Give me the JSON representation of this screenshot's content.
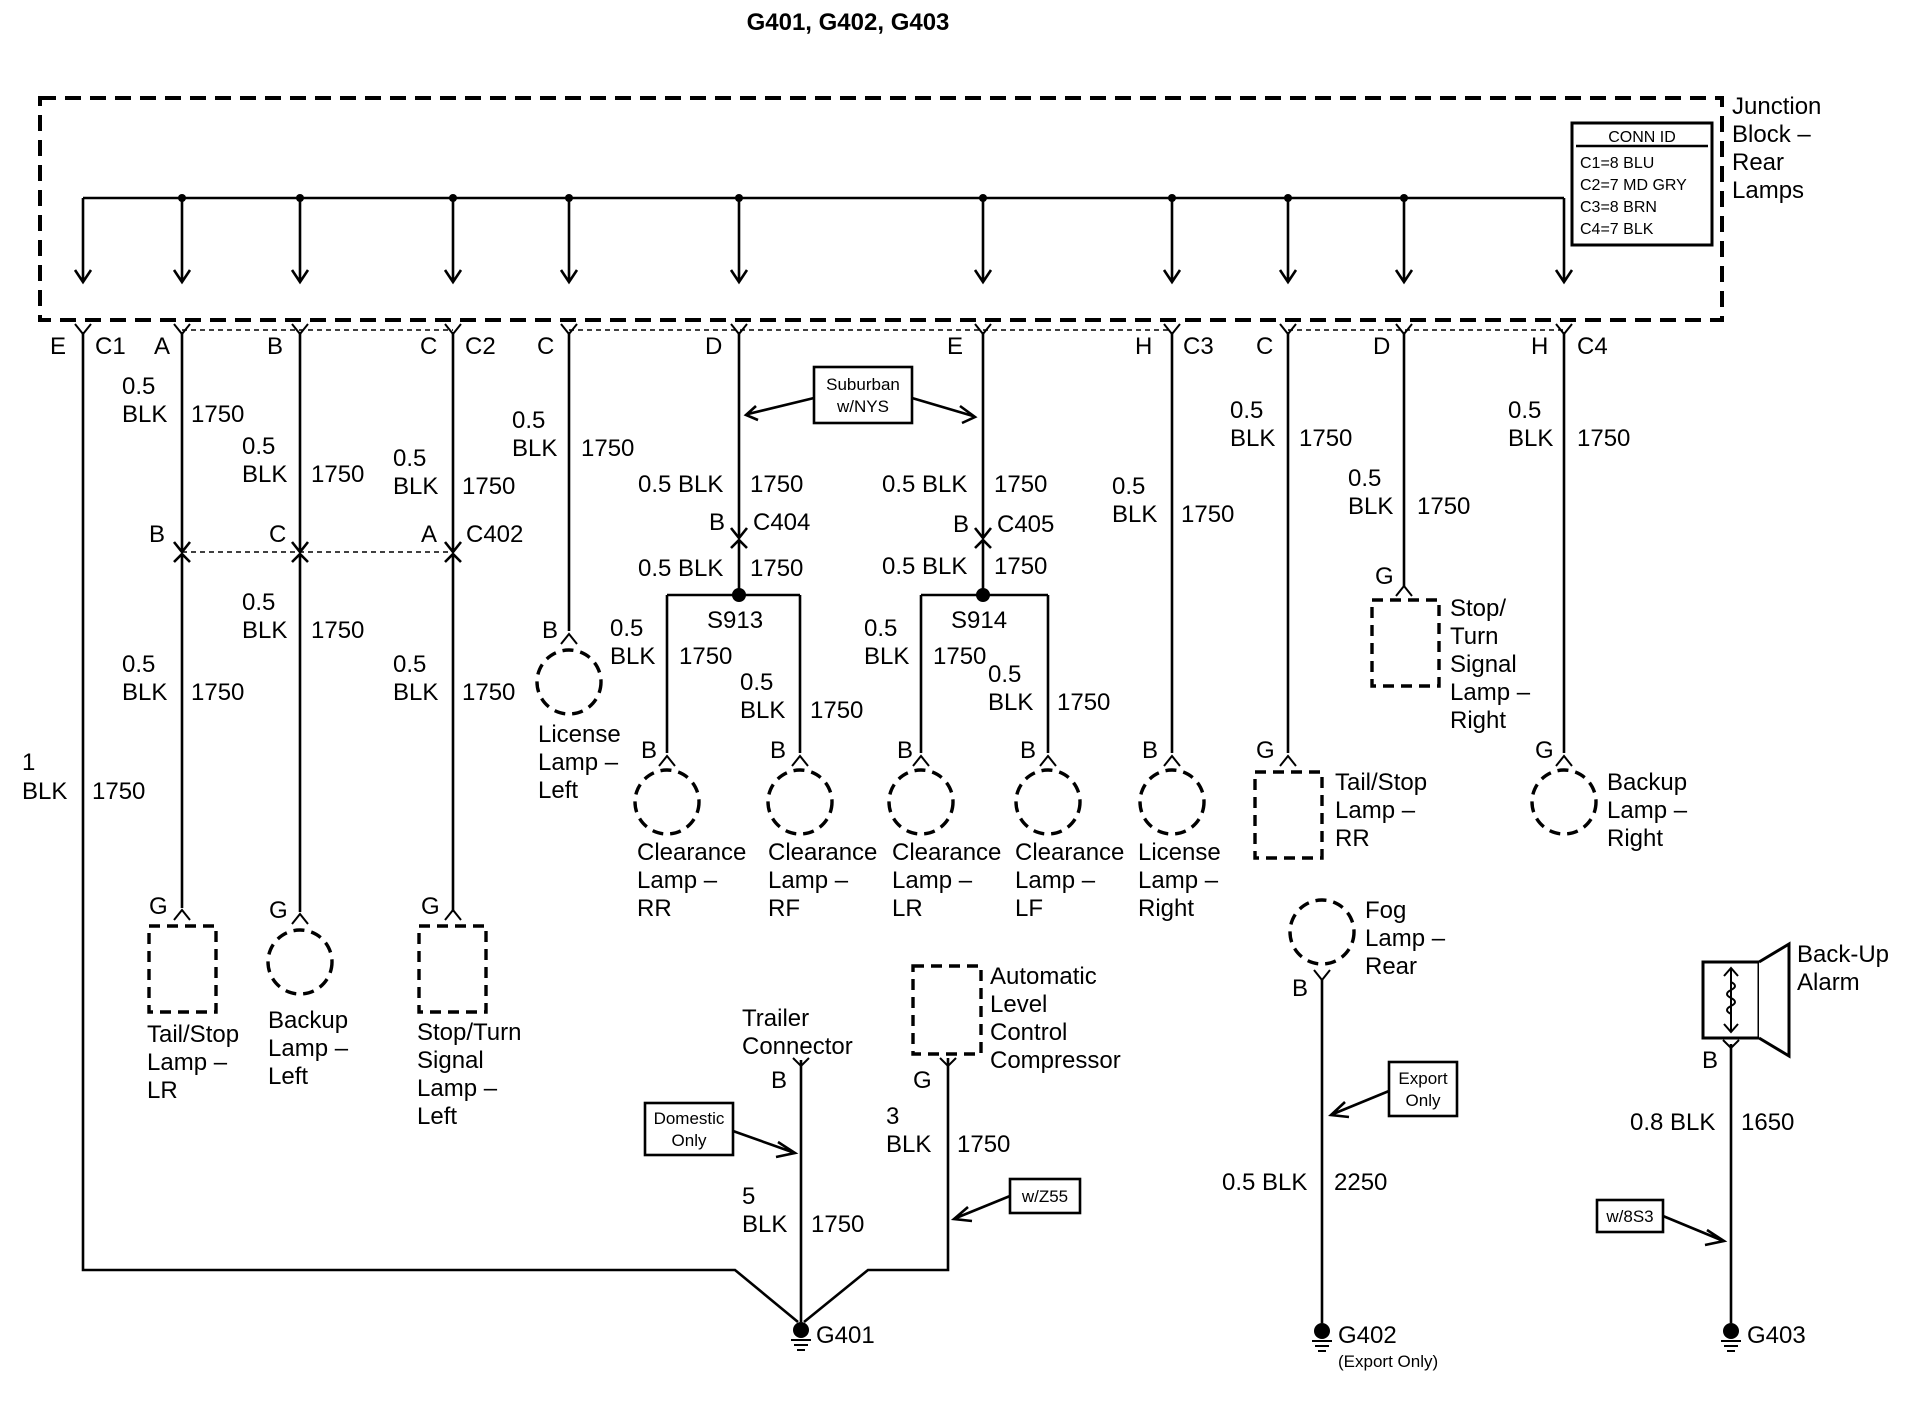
{
  "title": "G401, G402, G403",
  "junction_block": {
    "label_lines": [
      "Junction",
      "Block –",
      "Rear",
      "Lamps"
    ],
    "conn_id": {
      "header": "CONN ID",
      "rows": [
        "C1=8 BLU",
        "C2=7 MD GRY",
        "C3=8 BRN",
        "C4=7 BLK"
      ]
    }
  },
  "connectors": {
    "C1": "C1",
    "C2": "C2",
    "C3": "C3",
    "C4": "C4",
    "C402": "C402",
    "C404": "C404",
    "C405": "C405"
  },
  "pins": {
    "E": "E",
    "A": "A",
    "B": "B",
    "C": "C",
    "D": "D",
    "H": "H",
    "G": "G"
  },
  "splices": {
    "S913": "S913",
    "S914": "S914"
  },
  "wire": {
    "size_05": "0.5",
    "size_1": "1",
    "size_3": "3",
    "size_5": "5",
    "color": "BLK",
    "circuit_1750": "1750",
    "circuit_2250": "2250",
    "circuit_1650": "1650",
    "size_color_05": "0.5 BLK",
    "size_color_08": "0.8 BLK"
  },
  "options": {
    "suburban": [
      "Suburban",
      "w/NYS"
    ],
    "domestic": [
      "Domestic",
      "Only"
    ],
    "z55": "w/Z55",
    "export": [
      "Export",
      "Only"
    ],
    "bs3": "w/8S3"
  },
  "components": {
    "tail_stop_lr": [
      "Tail/Stop",
      "Lamp –",
      "LR"
    ],
    "backup_left": [
      "Backup",
      "Lamp –",
      "Left"
    ],
    "stop_turn_left": [
      "Stop/Turn",
      "Signal",
      "Lamp –",
      "Left"
    ],
    "license_left": [
      "License",
      "Lamp –",
      "Left"
    ],
    "clearance_rr": [
      "Clearance",
      "Lamp –",
      "RR"
    ],
    "clearance_rf": [
      "Clearance",
      "Lamp –",
      "RF"
    ],
    "clearance_lr": [
      "Clearance",
      "Lamp –",
      "LR"
    ],
    "clearance_lf": [
      "Clearance",
      "Lamp –",
      "LF"
    ],
    "license_right": [
      "License",
      "Lamp –",
      "Right"
    ],
    "tail_stop_rr": [
      "Tail/Stop",
      "Lamp –",
      "RR"
    ],
    "stop_turn_right": [
      "Stop/",
      "Turn",
      "Signal",
      "Lamp –",
      "Right"
    ],
    "backup_right": [
      "Backup",
      "Lamp –",
      "Right"
    ],
    "fog_rear": [
      "Fog",
      "Lamp –",
      "Rear"
    ],
    "trailer_connector": [
      "Trailer",
      "Connector"
    ],
    "alc_compressor": [
      "Automatic",
      "Level",
      "Control",
      "Compressor"
    ],
    "backup_alarm": [
      "Back-Up",
      "Alarm"
    ]
  },
  "grounds": {
    "g401": "G401",
    "g402": "G402",
    "g402_note": "(Export Only)",
    "g403": "G403"
  }
}
